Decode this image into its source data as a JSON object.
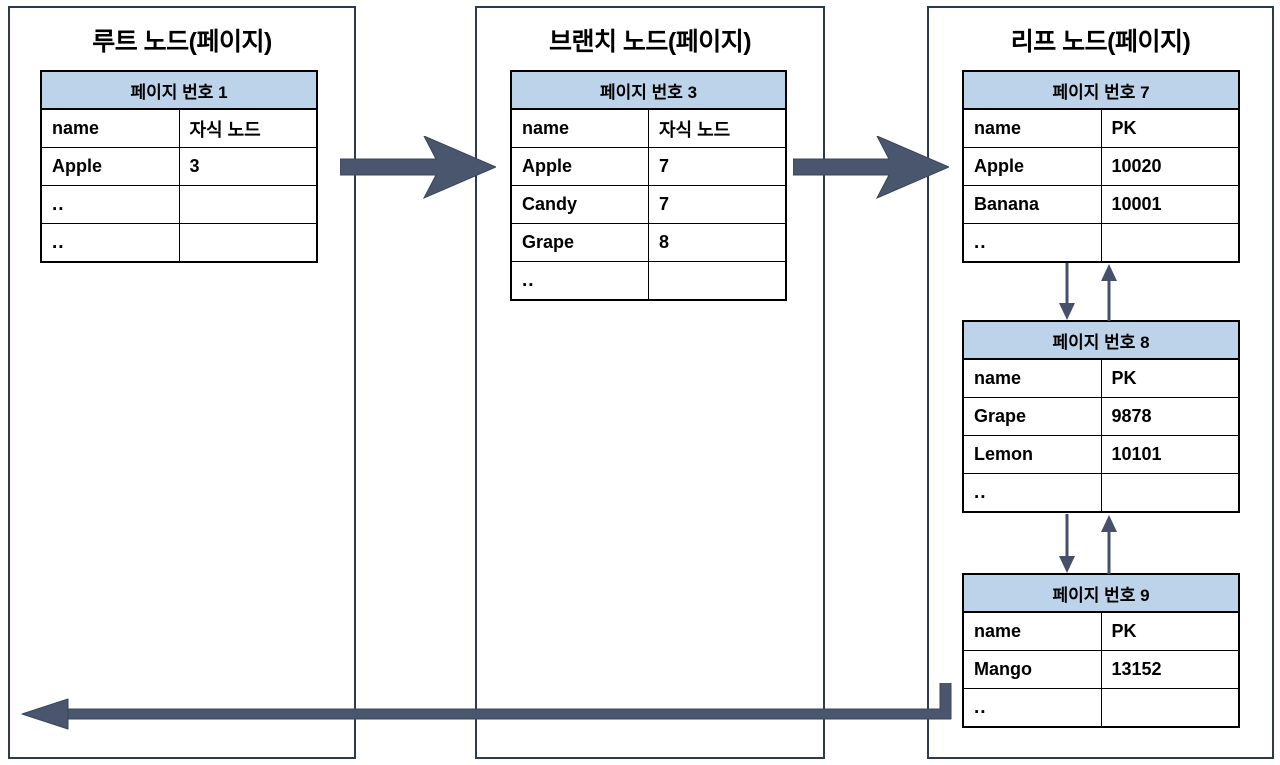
{
  "diagram": {
    "title": "B-Tree index node traversal diagram",
    "colors": {
      "panel_border": "#2e3a52",
      "table_header_fill": "#bdd3ea",
      "table_border": "#000000",
      "arrow_fill": "#4a566e",
      "thin_arrow": "#46506b"
    }
  },
  "panels": [
    {
      "id": "root",
      "title": "루트 노드(페이지)"
    },
    {
      "id": "branch",
      "title": "브랜치 노드(페이지)"
    },
    {
      "id": "leaf",
      "title": "리프 노드(페이지)"
    }
  ],
  "tables": {
    "page1": {
      "header": "페이지 번호 1",
      "columns": [
        "name",
        "자식 노드"
      ],
      "rows": [
        [
          "Apple",
          "3"
        ],
        [
          "..",
          ""
        ],
        [
          "..",
          ""
        ]
      ]
    },
    "page3": {
      "header": "페이지 번호 3",
      "columns": [
        "name",
        "자식 노드"
      ],
      "rows": [
        [
          "Apple",
          "7"
        ],
        [
          "Candy",
          "7"
        ],
        [
          "Grape",
          "8"
        ],
        [
          "..",
          ""
        ]
      ]
    },
    "page7": {
      "header": "페이지 번호 7",
      "columns": [
        "name",
        "PK"
      ],
      "rows": [
        [
          "Apple",
          "10020"
        ],
        [
          "Banana",
          "10001"
        ],
        [
          "..",
          ""
        ]
      ]
    },
    "page8": {
      "header": "페이지 번호 8",
      "columns": [
        "name",
        "PK"
      ],
      "rows": [
        [
          "Grape",
          "9878"
        ],
        [
          "Lemon",
          "10101"
        ],
        [
          "..",
          ""
        ]
      ]
    },
    "page9": {
      "header": "페이지 번호 9",
      "columns": [
        "name",
        "PK"
      ],
      "rows": [
        [
          "Mango",
          "13152"
        ],
        [
          "..",
          ""
        ]
      ]
    }
  },
  "arrows": [
    {
      "id": "root-to-branch",
      "direction": "right",
      "style": "block"
    },
    {
      "id": "branch-to-leaf",
      "direction": "right",
      "style": "block"
    },
    {
      "id": "return-bottom",
      "direction": "left",
      "style": "block-elbow"
    },
    {
      "id": "sib-down-7-8",
      "direction": "down",
      "style": "thin"
    },
    {
      "id": "sib-up-8-7",
      "direction": "up",
      "style": "thin"
    },
    {
      "id": "sib-down-8-9",
      "direction": "down",
      "style": "thin"
    },
    {
      "id": "sib-up-9-8",
      "direction": "up",
      "style": "thin"
    }
  ]
}
